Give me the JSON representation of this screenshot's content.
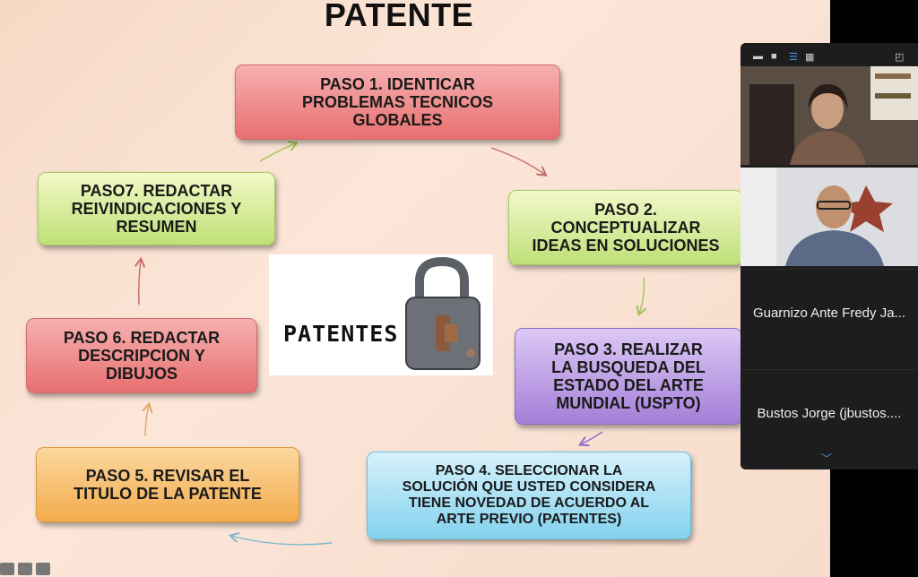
{
  "slide": {
    "title": "PATENTE",
    "steps": [
      {
        "id": "1",
        "text": "PASO 1. IDENTICAR\nPROBLEMAS TECNICOS\nGLOBALES"
      },
      {
        "id": "2",
        "text": "PASO 2.\nCONCEPTUALIZAR\nIDEAS EN SOLUCIONES"
      },
      {
        "id": "3",
        "text": "PASO 3. REALIZAR\nLA BUSQUEDA DEL\nESTADO DEL ARTE\nMUNDIAL (USPTO)"
      },
      {
        "id": "4",
        "text": "PASO 4. SELECCIONAR LA\nSOLUCIÓN QUE USTED CONSIDERA\nTIENE NOVEDAD DE ACUERDO AL\nARTE PREVIO (PATENTES)"
      },
      {
        "id": "5",
        "text": "PASO 5. REVISAR EL\nTITULO DE LA PATENTE"
      },
      {
        "id": "6",
        "text": "PASO 6. REDACTAR\nDESCRIPCION Y\nDIBUJOS"
      },
      {
        "id": "7",
        "text": "PASO7. REDACTAR\nREIVINDICACIONES Y\nRESUMEN"
      }
    ],
    "image_word": "PATENTES"
  },
  "participants": [
    {
      "name": "Guarnizo Ante Fredy Ja..."
    },
    {
      "name": "Bustos  Jorge (jbustos...."
    }
  ],
  "colors": {
    "panel_bg": "#1d1d1d",
    "accent": "#4a90e2"
  }
}
